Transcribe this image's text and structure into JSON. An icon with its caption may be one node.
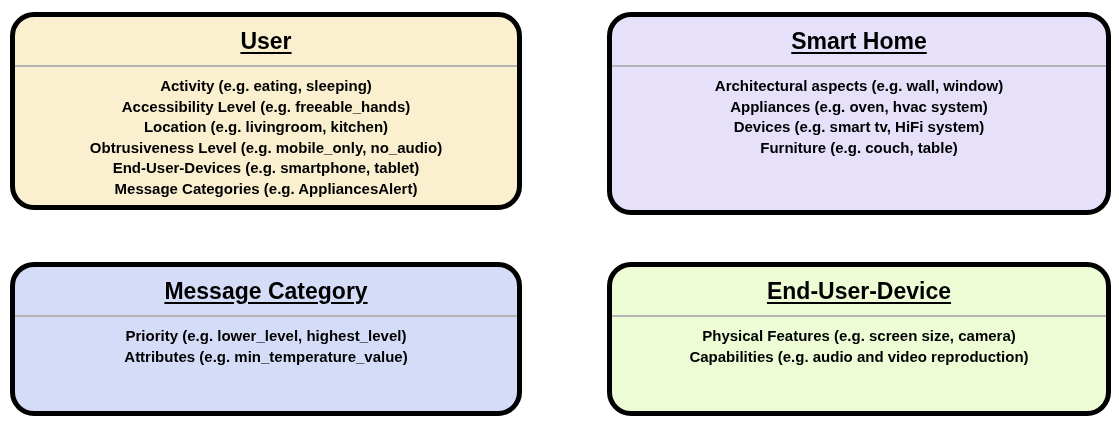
{
  "diagram": {
    "nodes": [
      {
        "text": [
          "User",
          "Activity (e.g. eating, sleeping)",
          "Accessibility Level (e.g. freeable_hands)",
          "Location (e.g. livingroom, kitchen)",
          "Obtrusiveness Level (e.g. mobile_only, no_audio)",
          "End-User-Devices (e.g. smartphone, tablet)",
          "Message Categories (e.g. AppliancesAlert)"
        ]
      },
      {
        "text": [
          "Smart Home",
          "Architectural aspects (e.g. wall, window)",
          "Appliances (e.g. oven, hvac system)",
          "Devices (e.g. smart tv, HiFi system)",
          "Furniture (e.g. couch, table)"
        ]
      },
      {
        "text": [
          "Message Category",
          "Priority (e.g. lower_level, highest_level)",
          "Attributes (e.g. min_temperature_value)"
        ]
      },
      {
        "text": [
          "End-User-Device",
          "Physical Features (e.g. screen size, camera)",
          "Capabilities (e.g. audio and video reproduction)"
        ]
      }
    ]
  }
}
